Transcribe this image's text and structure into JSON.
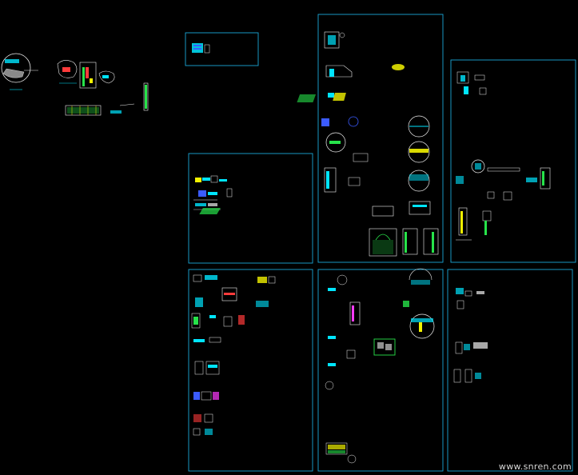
{
  "watermark": "www.snren.com",
  "sheets": [
    {
      "id": "sheet-a",
      "title": ""
    },
    {
      "id": "sheet-b",
      "title": ""
    },
    {
      "id": "sheet-c",
      "title": ""
    },
    {
      "id": "sheet-d",
      "title": ""
    },
    {
      "id": "sheet-e",
      "title": ""
    },
    {
      "id": "sheet-f",
      "title": ""
    },
    {
      "id": "sheet-g",
      "title": ""
    }
  ],
  "colors": {
    "background": "#000000",
    "frame": "#1aa7d8",
    "title": "#4fd3ff",
    "line_cyan": "#00e5ff",
    "line_white": "#f0f0f0",
    "line_yellow": "#f2f200",
    "line_green": "#27e34a",
    "line_red": "#ff3b3b",
    "line_magenta": "#ff3bff",
    "line_blue": "#3b5bff"
  }
}
